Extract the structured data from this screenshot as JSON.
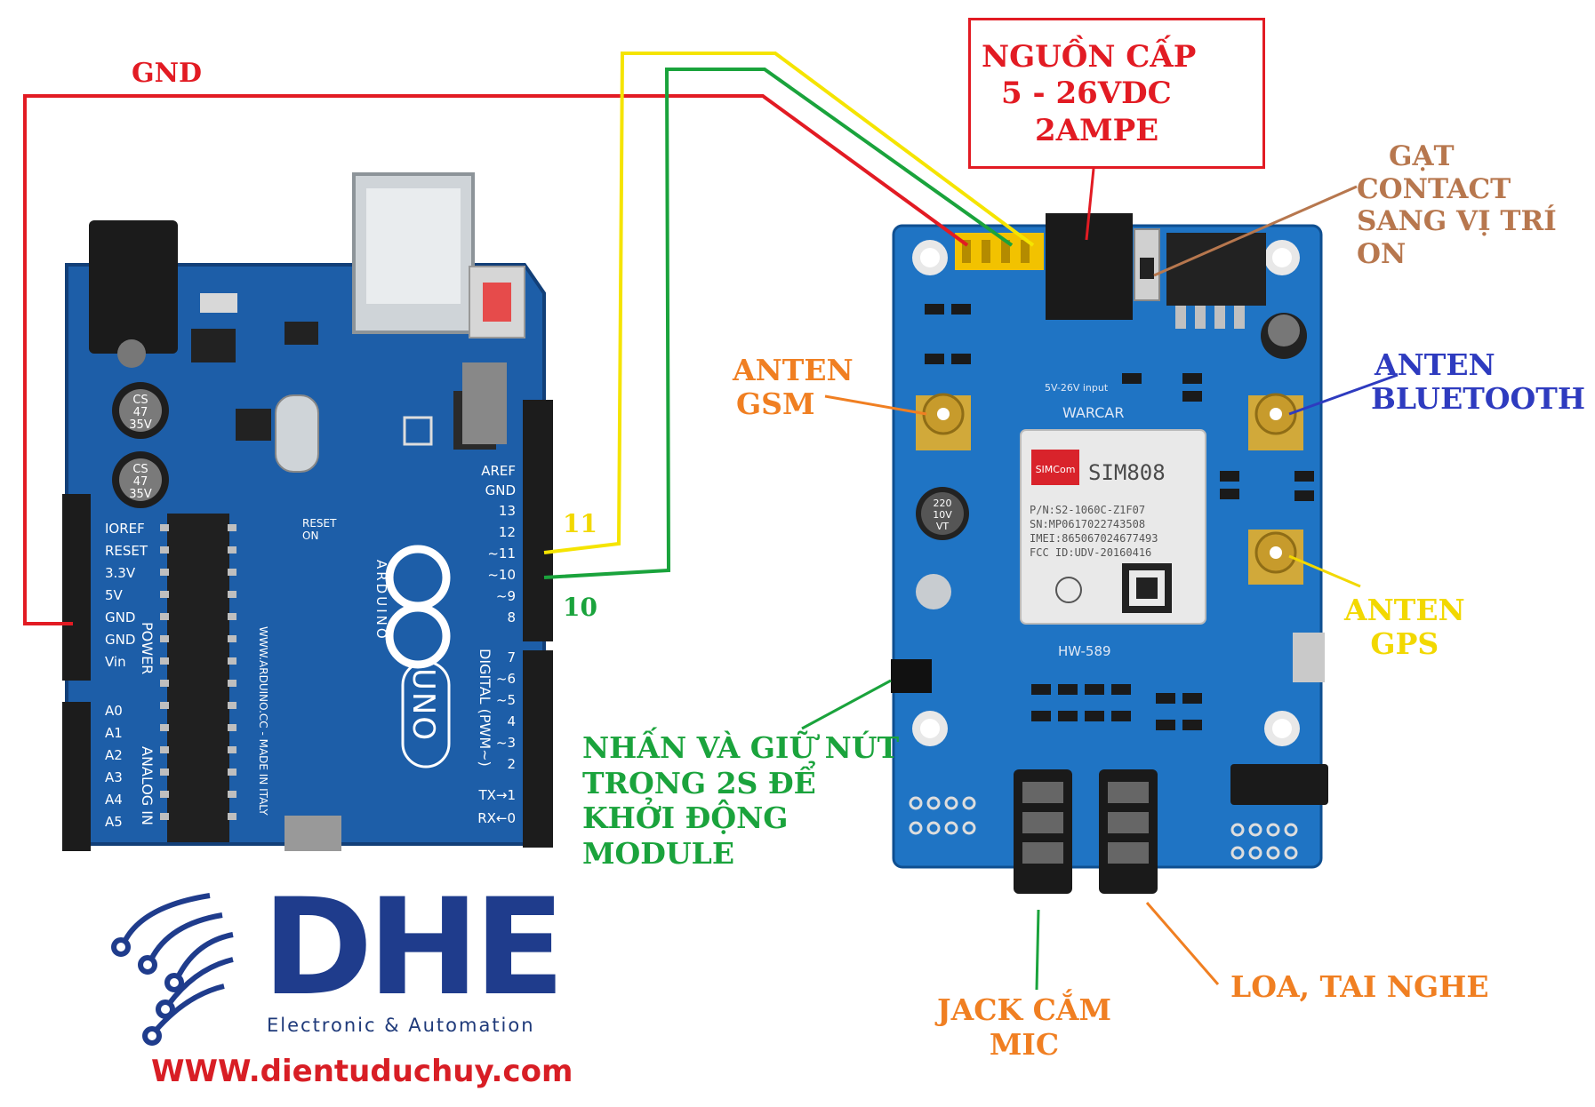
{
  "colors": {
    "red_wire": "#e21b23",
    "yellow_wire": "#f5e400",
    "green_wire": "#1aa33c",
    "board_blue": "#1d5ea8",
    "module_blue": "#1f74c4",
    "brand_blue": "#1f3c8c",
    "brand_red": "#d81e25"
  },
  "wires": {
    "gnd_label": "GND",
    "pin11_label": "11",
    "pin10_label": "10"
  },
  "power": {
    "line1": "NGUỒN CẤP",
    "line2": "5 - 26VDC",
    "line3": "2AMPE"
  },
  "switch": {
    "line1": "GẠT",
    "line2": "CONTACT",
    "line3": "SANG VỊ TRÍ",
    "line4": "ON"
  },
  "antenna_gsm": {
    "line1": "ANTEN",
    "line2": "GSM"
  },
  "antenna_bt": {
    "line1": "ANTEN",
    "line2": "BLUETOOTH"
  },
  "antenna_gps": {
    "line1": "ANTEN",
    "line2": "GPS"
  },
  "startup": {
    "line1": "NHẤN VÀ GIỮ NÚT",
    "line2": "TRONG 2S ĐỂ",
    "line3": "KHỞI ĐỘNG",
    "line4": "MODULE"
  },
  "mic": {
    "line1": "JACK CẮM",
    "line2": "MIC"
  },
  "speaker": {
    "line1": "LOA, TAI NGHE"
  },
  "arduino": {
    "power_pins": [
      "IOREF",
      "RESET",
      "3.3V",
      "5V",
      "GND",
      "GND",
      "Vin"
    ],
    "analog_pins": [
      "A0",
      "A1",
      "A2",
      "A3",
      "A4",
      "A5"
    ],
    "digital_pins": [
      "AREF",
      "GND",
      "13",
      "12",
      "~11",
      "~10",
      "~9",
      "8",
      "7",
      "~6",
      "~5",
      "4",
      "~3",
      "2",
      "TX→1",
      "RX←0"
    ],
    "logo_text": "ARDUINO",
    "model": "UNO",
    "power_section": "POWER",
    "analog_section": "ANALOG IN",
    "digital_section": "DIGITAL (PWM~)",
    "url": "WWW.ARDUINO.CC - MADE IN ITALY",
    "cap_line1": "CS",
    "cap_line2": "47",
    "cap_line3": "35V",
    "reset_label": "RESET",
    "on_label": "ON"
  },
  "sim808": {
    "chip": "SIM808",
    "brand": "SIMCom",
    "pn": "P/N:S2-1060C-Z1F07",
    "sn": "SN:MP0617022743508",
    "imei": "IMEI:865067024677493",
    "fcc": "FCC  ID:UDV-20160416",
    "board_id": "HW-589",
    "warcar": "WARCAR",
    "input": "5V-26V input",
    "cap_val1": "220",
    "cap_val2": "10V",
    "cap_val3": "VT"
  },
  "brand": {
    "logo": "DHE",
    "subtitle": "Electronic & Automation",
    "website": "WWW.dientuduchuy.com"
  }
}
